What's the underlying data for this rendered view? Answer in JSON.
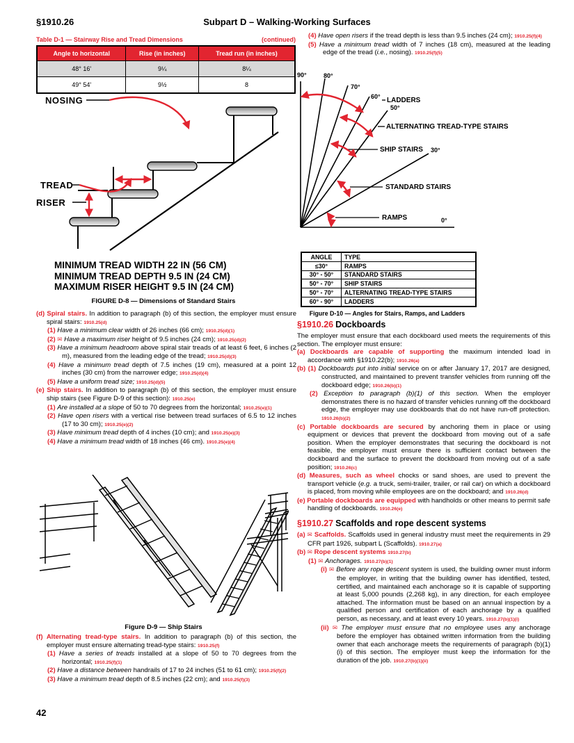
{
  "colors": {
    "accent": "#e22530",
    "table_header_bg": "#e22530",
    "zebra_row": "#d8d8d8"
  },
  "page": {
    "number": "42"
  },
  "header": {
    "section": "§1910.26",
    "title": "Subpart D – Walking-Working Surfaces"
  },
  "table_d1": {
    "title": "Table D-1  —  Stairway Rise and Tread Dimensions",
    "continued": "(continued)",
    "headers": [
      "Angle to horizontal",
      "Rise (in inches)",
      "Tread run (in inches)"
    ],
    "rows": [
      [
        "48° 16'",
        "9¼",
        "8¼"
      ],
      [
        "49° 54'",
        "9½",
        "8"
      ]
    ]
  },
  "figure_d8": {
    "labels": {
      "nosing": "NOSING",
      "tread": "TREAD",
      "riser": "RISER"
    },
    "notes": [
      "MINIMUM TREAD WIDTH 22 IN (56 CM)",
      "MINIMUM TREAD DEPTH 9.5 IN (24 CM)",
      "MAXIMUM RISER HEIGHT 9.5 IN (24 CM)"
    ],
    "caption": "FIGURE D-8  —  Dimensions of Standard Stairs"
  },
  "figure_d9": {
    "caption": "Figure D-9  —  Ship Stairs"
  },
  "figure_d10": {
    "caption": "Figure D-10  —  Angles for Stairs, Ramps, and Ladders",
    "angles": {
      "a90": "90°",
      "a80": "80°",
      "a70": "70°",
      "a60": "60°",
      "a50": "50°",
      "a30": "30°",
      "a0": "0°"
    },
    "ray_labels": {
      "ladders": "LADDERS",
      "alt": "ALTERNATING TREAD-TYPE STAIRS",
      "ship": "SHIP STAIRS",
      "standard": "STANDARD STAIRS",
      "ramps": "RAMPS"
    },
    "table": {
      "headers": [
        "ANGLE",
        "TYPE"
      ],
      "rows": [
        [
          "≤30°",
          "RAMPS"
        ],
        [
          "30° - 50°",
          "STANDARD STAIRS"
        ],
        [
          "50° - 70°",
          "SHIP STAIRS"
        ],
        [
          "50° - 70°",
          "ALTERNATING TREAD-TYPE STAIRS"
        ],
        [
          "60° - 90°",
          "LADDERS"
        ]
      ]
    }
  },
  "sec25_left": [
    {
      "c": "p0",
      "runs": [
        {
          "t": "(d) Spiral stairs.",
          "s": "b"
        },
        {
          "t": "  In addition to paragraph (b) of this section, the employer must ensure spiral stairs: ",
          "s": "p"
        },
        {
          "t": "1910.25(d)",
          "s": "r"
        }
      ]
    },
    {
      "c": "p1",
      "runs": [
        {
          "t": "(1) ",
          "s": "b"
        },
        {
          "t": "Have a minimum clear",
          "s": "i"
        },
        {
          "t": "  width of 26 inches (66 cm); ",
          "s": "p"
        },
        {
          "t": "1910.25(d)(1)",
          "s": "r"
        }
      ]
    },
    {
      "c": "p1",
      "runs": [
        {
          "t": "(2) ",
          "s": "b"
        },
        {
          "t": "✉ ",
          "s": "x"
        },
        {
          "t": "Have a maximum riser",
          "s": "i"
        },
        {
          "t": "  height of 9.5 inches (24 cm); ",
          "s": "p"
        },
        {
          "t": "1910.25(d)(2)",
          "s": "r"
        }
      ]
    },
    {
      "c": "p1",
      "runs": [
        {
          "t": "(3) ",
          "s": "b"
        },
        {
          "t": "Have a minimum headroom",
          "s": "i"
        },
        {
          "t": "  above spiral stair treads of at least 6 feet, 6 inches (2 m), measured from the leading edge of the tread; ",
          "s": "p"
        },
        {
          "t": "1910.25(d)(3)",
          "s": "r"
        }
      ]
    },
    {
      "c": "p1",
      "runs": [
        {
          "t": "(4) ",
          "s": "b"
        },
        {
          "t": "Have a minimum tread",
          "s": "i"
        },
        {
          "t": "  depth of 7.5 inches (19 cm), measured at a point 12 inches (30 cm) from the narrower edge; ",
          "s": "p"
        },
        {
          "t": "1910.25(d)(4)",
          "s": "r"
        }
      ]
    },
    {
      "c": "p1",
      "runs": [
        {
          "t": "(5) ",
          "s": "b"
        },
        {
          "t": "Have a uniform tread size;",
          "s": "i"
        },
        {
          "t": " ",
          "s": "p"
        },
        {
          "t": "1910.25(d)(5)",
          "s": "r"
        }
      ]
    },
    {
      "c": "p0",
      "runs": [
        {
          "t": "(e) Ship stairs.",
          "s": "b"
        },
        {
          "t": "  In addition to paragraph (b) of this section, the employer must ensure ship stairs (see Figure D-9 of this section): ",
          "s": "p"
        },
        {
          "t": "1910.25(e)",
          "s": "r"
        }
      ]
    },
    {
      "c": "p1",
      "runs": [
        {
          "t": "(1) ",
          "s": "b"
        },
        {
          "t": "Are installed at a slope",
          "s": "i"
        },
        {
          "t": "  of 50 to 70 degrees from the horizontal; ",
          "s": "p"
        },
        {
          "t": "1910.25(e)(1)",
          "s": "r"
        }
      ]
    },
    {
      "c": "p1",
      "runs": [
        {
          "t": "(2) ",
          "s": "b"
        },
        {
          "t": "Have open risers",
          "s": "i"
        },
        {
          "t": "  with a vertical rise between tread surfaces of 6.5 to 12 inches (17 to 30 cm); ",
          "s": "p"
        },
        {
          "t": "1910.25(e)(2)",
          "s": "r"
        }
      ]
    },
    {
      "c": "p1",
      "runs": [
        {
          "t": "(3) ",
          "s": "b"
        },
        {
          "t": "Have minimum tread",
          "s": "i"
        },
        {
          "t": "  depth of 4 inches (10 cm); and ",
          "s": "p"
        },
        {
          "t": "1910.25(e)(3)",
          "s": "r"
        }
      ]
    },
    {
      "c": "p1",
      "runs": [
        {
          "t": "(4) ",
          "s": "b"
        },
        {
          "t": "Have a minimum tread",
          "s": "i"
        },
        {
          "t": "  width of 18 inches (46 cm). ",
          "s": "p"
        },
        {
          "t": "1910.25(e)(4)",
          "s": "r"
        }
      ]
    }
  ],
  "sec25_f": [
    {
      "c": "p0",
      "runs": [
        {
          "t": "(f) Alternating tread-type stairs.",
          "s": "b"
        },
        {
          "t": "  In addition to paragraph (b) of this section, the employer must ensure alternating tread-type stairs: ",
          "s": "p"
        },
        {
          "t": "1910.25(f)",
          "s": "r"
        }
      ]
    },
    {
      "c": "p1",
      "runs": [
        {
          "t": "(1) ",
          "s": "b"
        },
        {
          "t": "Have a series of treads",
          "s": "i"
        },
        {
          "t": "  installed at a slope of 50 to 70 degrees from the horizontal; ",
          "s": "p"
        },
        {
          "t": "1910.25(f)(1)",
          "s": "r"
        }
      ]
    },
    {
      "c": "p1",
      "runs": [
        {
          "t": "(2) ",
          "s": "b"
        },
        {
          "t": "Have a distance between",
          "s": "i"
        },
        {
          "t": "  handrails of 17 to 24 inches (51 to 61 cm); ",
          "s": "p"
        },
        {
          "t": "1910.25(f)(2)",
          "s": "r"
        }
      ]
    },
    {
      "c": "p1",
      "runs": [
        {
          "t": "(3) ",
          "s": "b"
        },
        {
          "t": "Have a minimum tread",
          "s": "i"
        },
        {
          "t": "  depth of 8.5 inches (22 cm); and ",
          "s": "p"
        },
        {
          "t": "1910.25(f)(3)",
          "s": "r"
        }
      ]
    }
  ],
  "sec25_f_cont": [
    {
      "c": "p1",
      "runs": [
        {
          "t": "(4) ",
          "s": "b"
        },
        {
          "t": "Have open risers",
          "s": "i"
        },
        {
          "t": "  if the tread depth is less than 9.5 inches (24 cm); ",
          "s": "p"
        },
        {
          "t": "1910.25(f)(4)",
          "s": "r"
        }
      ]
    },
    {
      "c": "p1",
      "runs": [
        {
          "t": "(5) ",
          "s": "b"
        },
        {
          "t": "Have a minimum tread",
          "s": "i"
        },
        {
          "t": "  width of 7 inches (18 cm), measured at the leading edge of the tread (",
          "s": "p"
        },
        {
          "t": "i.e.",
          "s": "i"
        },
        {
          "t": ", nosing). ",
          "s": "p"
        },
        {
          "t": "1910.25(f)(5)",
          "s": "r"
        }
      ]
    }
  ],
  "right_sections": [
    {
      "c": "ph",
      "runs": [
        {
          "t": "§1910.26",
          "s": "hr"
        },
        {
          "t": "Dockboards",
          "s": "hk"
        }
      ]
    },
    {
      "c": "pi",
      "runs": [
        {
          "t": "The employer must ensure that each dockboard used meets the requirements of this section. The employer must ensure:",
          "s": "p"
        }
      ]
    },
    {
      "c": "p0",
      "runs": [
        {
          "t": "(a) Dockboards are capable of supporting",
          "s": "b"
        },
        {
          "t": "  the maximum intended load in accordance with §1910.22(b); ",
          "s": "p"
        },
        {
          "t": "1910.26(a)",
          "s": "r"
        }
      ]
    },
    {
      "c": "pb1",
      "runs": [
        {
          "t": "(b) (1) ",
          "s": "b"
        },
        {
          "t": "Dockboards put into initial",
          "s": "i"
        },
        {
          "t": "  service on or after January 17, 2017 are designed, constructed, and maintained to prevent transfer vehicles from running off the dockboard edge; ",
          "s": "p"
        },
        {
          "t": "1910.26(b)(1)",
          "s": "r"
        }
      ]
    },
    {
      "c": "p2b",
      "runs": [
        {
          "t": "(2) ",
          "s": "b"
        },
        {
          "t": "Exception to paragraph (b)(1) of this section.",
          "s": "i"
        },
        {
          "t": "  When the employer demonstrates there is no hazard of transfer vehicles running off the dockboard edge, the employer may use dockboards that do not have run-off protection. ",
          "s": "p"
        },
        {
          "t": "1910.26(b)(2)",
          "s": "r"
        }
      ]
    },
    {
      "c": "p0",
      "runs": [
        {
          "t": "(c) Portable dockboards are secured",
          "s": "b"
        },
        {
          "t": "  by anchoring them in place or using equipment or devices that prevent the dockboard from moving out of a safe position. When the employer demonstrates that securing the dockboard is not feasible, the employer must ensure there is sufficient contact between the dockboard and the surface to prevent the dockboard from moving out of a safe position; ",
          "s": "p"
        },
        {
          "t": "1910.26(c)",
          "s": "r"
        }
      ]
    },
    {
      "c": "p0",
      "runs": [
        {
          "t": "(d) Measures, such as wheel",
          "s": "b"
        },
        {
          "t": "  chocks or sand shoes, are used to prevent the transport vehicle (",
          "s": "p"
        },
        {
          "t": "e.g.",
          "s": "i"
        },
        {
          "t": " a truck, semi-trailer, trailer, or rail car) on which a dockboard is placed, from moving while employees are on the dockboard; and ",
          "s": "p"
        },
        {
          "t": "1910.26(d)",
          "s": "r"
        }
      ]
    },
    {
      "c": "p0",
      "runs": [
        {
          "t": "(e) Portable dockboards are equipped",
          "s": "b"
        },
        {
          "t": "  with handholds or other means to permit safe handling of dockboards. ",
          "s": "p"
        },
        {
          "t": "1910.26(e)",
          "s": "r"
        }
      ]
    },
    {
      "c": "ph",
      "runs": [
        {
          "t": "§1910.27",
          "s": "hr"
        },
        {
          "t": "Scaffolds and rope descent systems",
          "s": "hk"
        }
      ]
    },
    {
      "c": "p0",
      "runs": [
        {
          "t": "(a) ",
          "s": "b"
        },
        {
          "t": "✉ ",
          "s": "x"
        },
        {
          "t": "Scaffolds.",
          "s": "b"
        },
        {
          "t": "  Scaffolds used in general industry must meet the requirements in 29 CFR part 1926, subpart L (Scaffolds). ",
          "s": "p"
        },
        {
          "t": "1910.27(a)",
          "s": "r"
        }
      ]
    },
    {
      "c": "p0",
      "runs": [
        {
          "t": "(b) ",
          "s": "b"
        },
        {
          "t": "✉ ",
          "s": "x"
        },
        {
          "t": "Rope descent systems ",
          "s": "b"
        },
        {
          "t": "1910.27(b)",
          "s": "r"
        }
      ]
    },
    {
      "c": "p1",
      "runs": [
        {
          "t": "(1) ",
          "s": "b"
        },
        {
          "t": "✉ ",
          "s": "x"
        },
        {
          "t": "Anchorages.",
          "s": "i"
        },
        {
          "t": " ",
          "s": "p"
        },
        {
          "t": "1910.27(b)(1)",
          "s": "r"
        }
      ]
    },
    {
      "c": "p3",
      "runs": [
        {
          "t": "(i) ",
          "s": "b"
        },
        {
          "t": "✉ ",
          "s": "x"
        },
        {
          "t": "Before any rope descent",
          "s": "i"
        },
        {
          "t": "  system is used, the building owner must inform the employer, in writing that the building owner has identified, tested, certified, and maintained each anchorage so it is capable of supporting at least 5,000 pounds (2,268 kg), in any direction, for each employee attached. The information must be based on an annual inspection by a qualified person and certification of each anchorage by a qualified person, as necessary, and at least every 10 years. ",
          "s": "p"
        },
        {
          "t": "1910.27(b)(1)(i)",
          "s": "r"
        }
      ]
    },
    {
      "c": "p3",
      "runs": [
        {
          "t": "(ii) ",
          "s": "b"
        },
        {
          "t": "✉ ",
          "s": "x"
        },
        {
          "t": "The employer must ensure that no employee",
          "s": "i"
        },
        {
          "t": "  uses any anchorage before the employer has obtained written information from the building owner that each anchorage meets the requirements of paragraph (b)(1)(i) of this section. The employer must keep the information for the duration of the job. ",
          "s": "p"
        },
        {
          "t": "1910.27(b)(1)(ii)",
          "s": "r"
        }
      ]
    }
  ]
}
